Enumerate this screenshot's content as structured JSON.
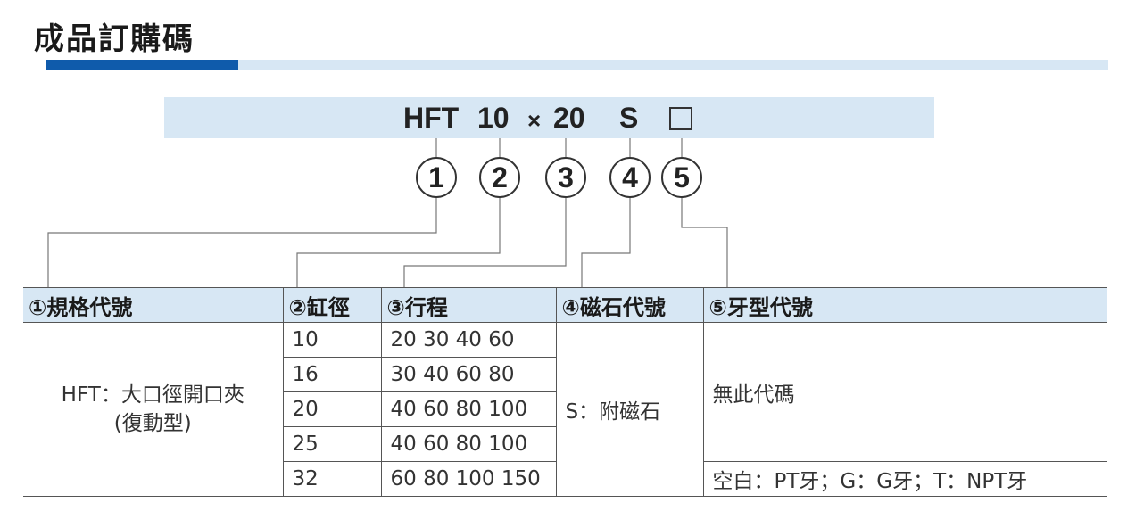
{
  "title": "成品訂購碼",
  "code": {
    "part1": "HFT",
    "part2": "10",
    "separator": "×",
    "part3": "20",
    "part4": "S",
    "part5": "□"
  },
  "markers": [
    "1",
    "2",
    "3",
    "4",
    "5"
  ],
  "table": {
    "headers": [
      "①規格代號",
      "②缸徑",
      "③行程",
      "④磁石代號",
      "⑤牙型代號"
    ],
    "spec_line1": "HFT：大口徑開口夾",
    "spec_line2": "(復動型)",
    "rows": [
      {
        "bore": "10",
        "stroke": "20 30 40 60"
      },
      {
        "bore": "16",
        "stroke": "30 40 60 80"
      },
      {
        "bore": "20",
        "stroke": "40 60 80 100"
      },
      {
        "bore": "25",
        "stroke": "40 60 80 100"
      },
      {
        "bore": "32",
        "stroke": "60 80 100 150"
      }
    ],
    "magnet": "S：附磁石",
    "thread_none": "無此代碼",
    "thread_options": "空白：PT牙；G：G牙；T：NPT牙"
  },
  "colors": {
    "accent_blue": "#0f5bab",
    "light_blue": "#d7e7f4"
  }
}
